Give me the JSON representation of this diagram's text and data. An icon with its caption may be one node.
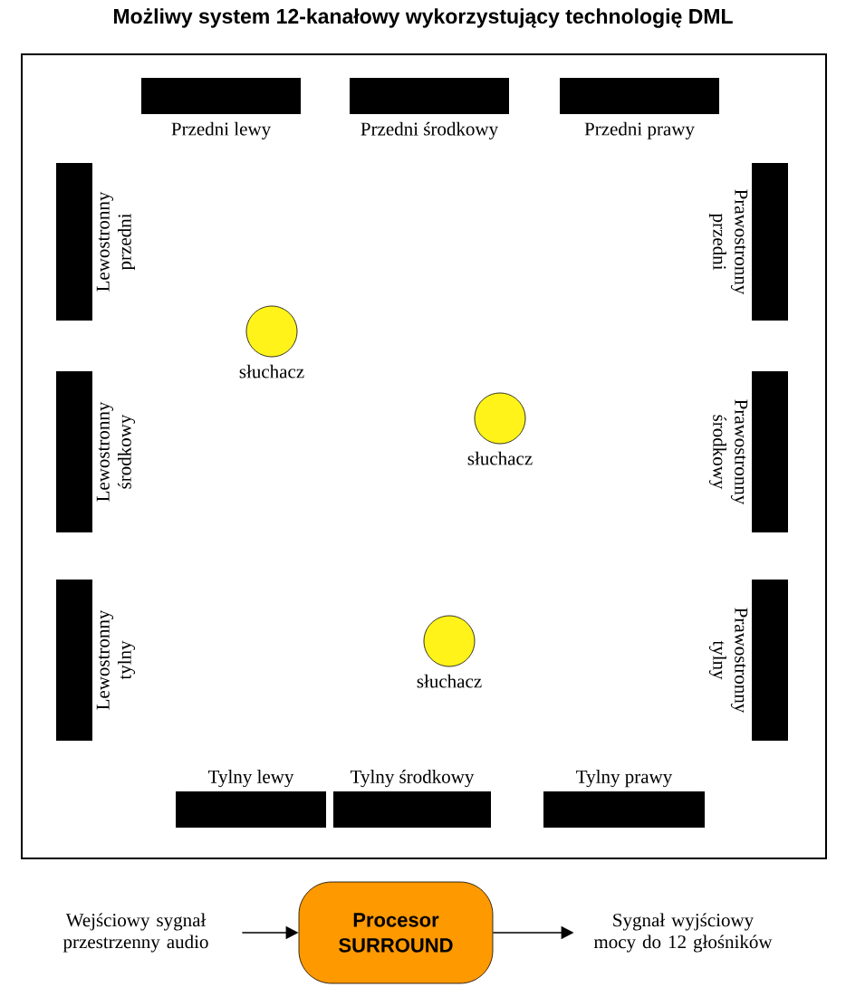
{
  "diagram": {
    "title": "Możliwy system 12-kanałowy wykorzystujący technologię DML",
    "nodes": [
      {
        "text": [],
        "shape": "box"
      },
      {
        "text": [],
        "shape": "bar",
        "beside": [
          "Przedni lewy"
        ],
        "in": 0
      },
      {
        "text": [],
        "shape": "bar",
        "beside": [
          "Przedni środkowy"
        ],
        "in": 0
      },
      {
        "text": [],
        "shape": "bar",
        "beside": [
          "Przedni prawy"
        ],
        "in": 0
      },
      {
        "text": [],
        "shape": "bar",
        "beside": [
          "Lewostronny przedni"
        ],
        "in": 0
      },
      {
        "text": [],
        "shape": "bar",
        "beside": [
          "Prawostronny przedni"
        ],
        "in": 0
      },
      {
        "text": [],
        "shape": "circle",
        "beside": [
          "słuchacz"
        ],
        "in": 0
      },
      {
        "text": [],
        "shape": "bar",
        "beside": [
          "Lewostronny środkowy"
        ],
        "in": 0
      },
      {
        "text": [],
        "shape": "circle",
        "beside": [
          "słuchacz"
        ],
        "in": 0
      },
      {
        "text": [],
        "shape": "bar",
        "beside": [
          "Prawostronny środkowy"
        ],
        "in": 0
      },
      {
        "text": [],
        "shape": "bar",
        "beside": [
          "Lewostronny tylny"
        ],
        "in": 0
      },
      {
        "text": [],
        "shape": "circle",
        "beside": [
          "słuchacz"
        ],
        "in": 0
      },
      {
        "text": [],
        "shape": "bar",
        "beside": [
          "Prawostronny tylny"
        ],
        "in": 0
      },
      {
        "text": [],
        "shape": "bar",
        "beside": [
          "Tylny lewy"
        ],
        "in": 0
      },
      {
        "text": [],
        "shape": "bar",
        "beside": [
          "Tylny środkowy"
        ],
        "in": 0
      },
      {
        "text": [],
        "shape": "bar",
        "beside": [
          "Tylny prawy"
        ],
        "in": 0
      },
      {
        "text": [
          "Wejściowy sygnał przestrzenny audio"
        ]
      },
      {
        "text": [
          "Procesor SURROUND"
        ]
      },
      {
        "text": [
          "Sygnał wyjściowy mocy do 12 głośników"
        ]
      }
    ],
    "edges": [
      {
        "from": 16,
        "to": 17,
        "arrow": "to"
      },
      {
        "from": 17,
        "to": 18,
        "arrow": "to"
      }
    ]
  }
}
